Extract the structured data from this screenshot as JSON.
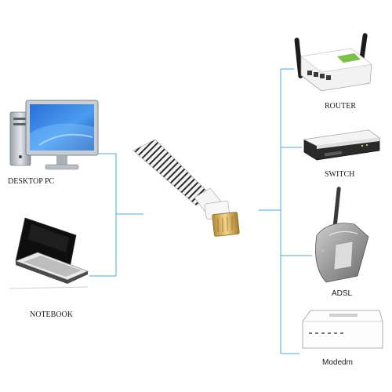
{
  "diagram": {
    "left_devices": [
      {
        "id": "desktop",
        "label": "DESKTOP PC",
        "icon": "desktop-pc-icon"
      },
      {
        "id": "notebook",
        "label": "NOTEBOOK",
        "icon": "notebook-icon"
      }
    ],
    "center": {
      "icon": "ethernet-flat-cable-icon"
    },
    "right_devices": [
      {
        "id": "router",
        "label": "ROUTER",
        "icon": "router-icon"
      },
      {
        "id": "switch",
        "label": "SWITCH",
        "icon": "switch-icon"
      },
      {
        "id": "adsl",
        "label": "ADSL",
        "icon": "adsl-modem-icon"
      },
      {
        "id": "modem",
        "label": "Modedm",
        "icon": "modem-icon"
      }
    ],
    "colors": {
      "connector_line": "#4aa8d8",
      "label_text": "#1a1a1a",
      "background": "#ffffff"
    }
  }
}
